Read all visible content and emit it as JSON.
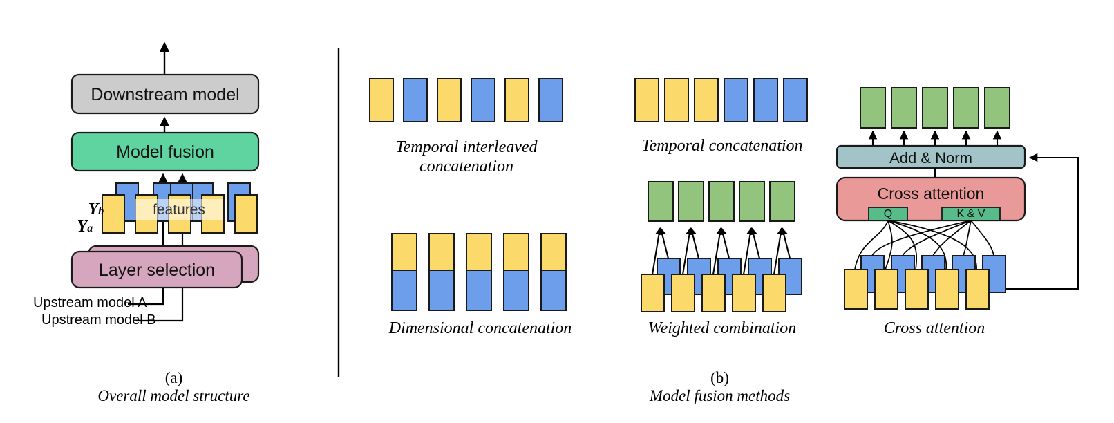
{
  "figure": {
    "panel_a": {
      "caption_prefix": "(a)",
      "caption": "Overall model structure",
      "boxes": [
        {
          "name": "downstream-model",
          "label": "Downstream model",
          "color": "#cccccc"
        },
        {
          "name": "model-fusion",
          "label": "Model fusion",
          "color": "#5fd3a0"
        },
        {
          "name": "layer-selection",
          "label": "Layer selection",
          "color": "#d5a6bd"
        }
      ],
      "features_label": "features",
      "series_labels": [
        {
          "name": "series-b",
          "base": "\u0001D4B4",
          "text": "Y",
          "sub": "b"
        },
        {
          "name": "series-a",
          "base": "\u0001D4B4",
          "text": "Y",
          "sub": "a"
        }
      ],
      "upstream_labels": [
        {
          "name": "upstream-model-a",
          "label": "Upstream model A"
        },
        {
          "name": "upstream-model-b",
          "label": "Upstream model B"
        }
      ]
    },
    "panel_b": {
      "caption_prefix": "(b)",
      "caption": "Model fusion methods",
      "methods": [
        {
          "name": "temporal-interleaved-concatenation",
          "caption_line1": "Temporal interleaved",
          "caption_line2": "concatenation",
          "sequence": [
            "yellow",
            "blue",
            "yellow",
            "blue",
            "yellow",
            "blue"
          ]
        },
        {
          "name": "dimensional-concatenation",
          "caption_line1": "Dimensional concatenation",
          "caption_line2": "",
          "stacks": 5,
          "top": "yellow",
          "bottom": "blue"
        },
        {
          "name": "temporal-concatenation",
          "caption_line1": "Temporal concatenation",
          "caption_line2": "",
          "sequence": [
            "yellow",
            "yellow",
            "yellow",
            "blue",
            "blue",
            "blue"
          ]
        },
        {
          "name": "weighted-combination",
          "caption_line1": "Weighted combination",
          "caption_line2": "",
          "outputs": 5,
          "inputs_yellow": 5,
          "inputs_blue": 5,
          "output_color": "green"
        },
        {
          "name": "cross-attention",
          "caption_line1": "Cross attention",
          "caption_line2": "",
          "outputs": 5,
          "add_norm_label": "Add & Norm",
          "attention_label": "Cross attention",
          "q_label": "Q",
          "kv_label": "K & V",
          "inputs_yellow": 5,
          "inputs_blue": 5
        }
      ]
    },
    "colors": {
      "yellow": "#fbd96b",
      "blue": "#6d9eeb",
      "green": "#93c47d",
      "grey": "#cccccc",
      "mint": "#5fd3a0",
      "pink": "#d5a6bd",
      "salmon": "#ea9999",
      "steel": "#a2c4c9",
      "qkv_green": "#57bb8a",
      "stroke": "#1a1a1a"
    }
  }
}
